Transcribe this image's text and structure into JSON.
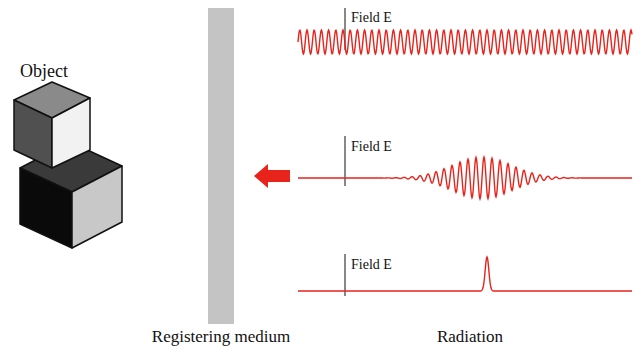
{
  "diagram": {
    "labels": [
      "Object",
      "Field E",
      "Field E",
      "Field E",
      "Registering medium",
      "Radiation"
    ]
  }
}
